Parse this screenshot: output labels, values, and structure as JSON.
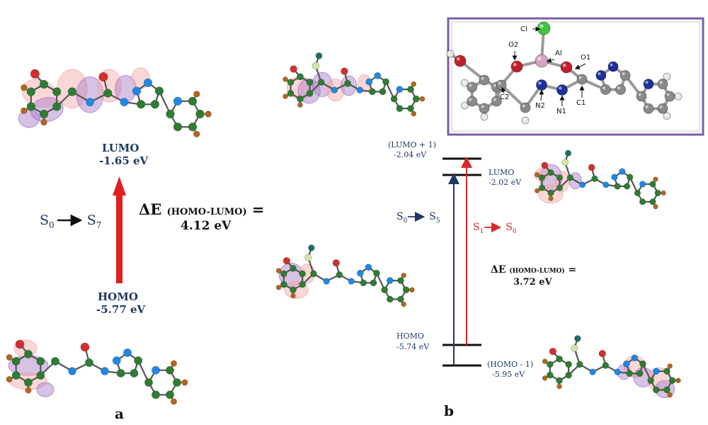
{
  "panel_a": {
    "panel_label": "a",
    "lumo": {
      "name": "LUMO",
      "energy": "-1.65 eV"
    },
    "homo": {
      "name": "HOMO",
      "energy": "-5.77 eV"
    },
    "transition": {
      "from": "S",
      "from_sub": "0",
      "to": "S",
      "to_sub": "7"
    },
    "gap": {
      "symbol": "ΔE",
      "sub": "(HOMO-LUMO)",
      "eq": "=",
      "value": "4.12 eV"
    }
  },
  "panel_b": {
    "panel_label": "b",
    "lumo_plus1": {
      "name": "(LUMO + 1)",
      "energy": "-2.04 eV"
    },
    "lumo": {
      "name": "LUMO",
      "energy": "-2.02 eV"
    },
    "homo": {
      "name": "HOMO",
      "energy": "-5.74 eV"
    },
    "homo_minus1": {
      "name": "(HOMO - 1)",
      "energy": "-5.95 eV"
    },
    "transition_1": {
      "from": "S",
      "from_sub": "0",
      "to": "S",
      "to_sub": "5"
    },
    "transition_2": {
      "from": "S",
      "from_sub": "1",
      "to": "S",
      "to_sub": "6"
    },
    "gap": {
      "symbol": "ΔE",
      "sub": "(HOMO-LUMO)",
      "eq": "=",
      "value": "3.72 eV"
    }
  },
  "inset": {
    "atoms": [
      "Cl",
      "O2",
      "Al",
      "O1",
      "C2",
      "N2",
      "N1",
      "C1"
    ]
  },
  "colors": {
    "navy": "#1f3864",
    "red": "#d62a2a",
    "carbon": "#2e7d32",
    "hydrogen": "#b5651d",
    "nitrogen": "#1e88e5",
    "oxygen": "#d32f2f",
    "lobe_pink": "#f4a6a6",
    "lobe_purple": "#a678c8",
    "inset_border": "#7b5ea7"
  }
}
